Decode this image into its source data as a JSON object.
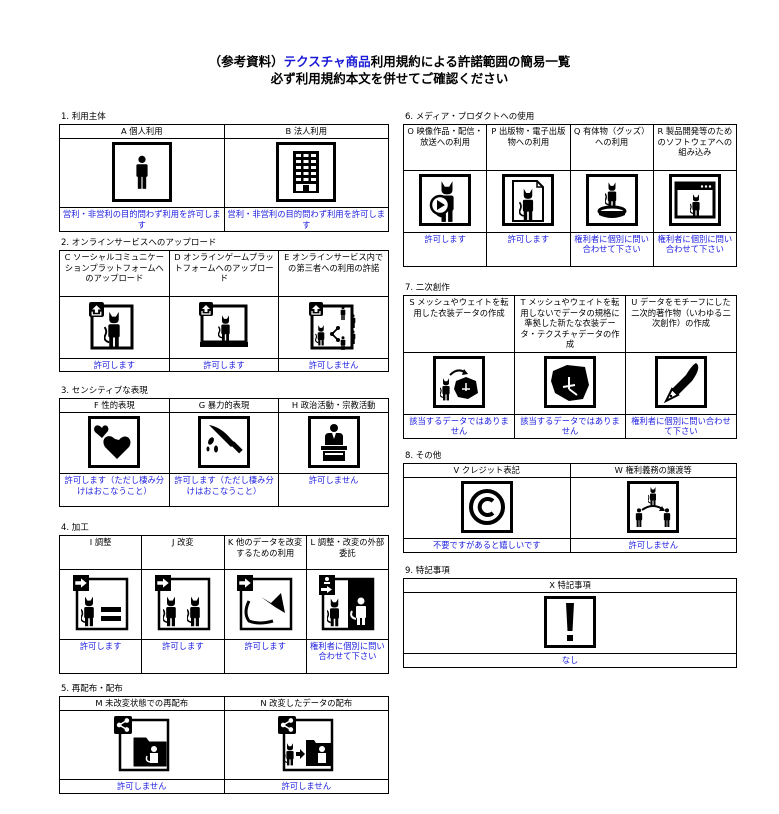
{
  "title": {
    "line1_prefix": "（参考資料）",
    "line1_highlight": "テクスチャ商品",
    "line1_suffix": "利用規約による許諾範囲の簡易一覧",
    "line2": "必ず利用規約本文を併せてご確認ください"
  },
  "colors": {
    "result_text": "#2020e0",
    "title_highlight": "#1a1ad6"
  },
  "sections": {
    "s1": {
      "label": "1. 利用主体",
      "items": [
        {
          "header": "A 個人利用",
          "icon": "person-icon",
          "result": "営利・非営利の目的問わず利用を許可します"
        },
        {
          "header": "B 法人利用",
          "icon": "office-building-icon",
          "result": "営利・非営利の目的問わず利用を許可します"
        }
      ]
    },
    "s2": {
      "label": "2. オンラインサービスへのアップロード",
      "items": [
        {
          "header": "C ソーシャルコミュニケーションプラットフォームへのアップロード",
          "icon": "upload-cat-icon",
          "result": "許可します"
        },
        {
          "header": "D オンラインゲームプラットフォームへのアップロード",
          "icon": "upload-monitor-cat-icon",
          "result": "許可します"
        },
        {
          "header": "E オンラインサービス内での第三者への利用の許諾",
          "icon": "upload-share-people-icon",
          "result": "許可しません"
        }
      ]
    },
    "s3": {
      "label": "3. センシティブな表現",
      "items": [
        {
          "header": "F 性的表現",
          "icon": "hearts-icon",
          "result": "許可します（ただし棲み分けはおこなうこと）"
        },
        {
          "header": "G 暴力的表現",
          "icon": "knife-blood-icon",
          "result": "許可します（ただし棲み分けはおこなうこと）"
        },
        {
          "header": "H 政治活動・宗教活動",
          "icon": "speaker-podium-icon",
          "result": "許可しません"
        }
      ]
    },
    "s4": {
      "label": "4. 加工",
      "items": [
        {
          "header": "I 調整",
          "icon": "adjust-equal-icon",
          "result": "許可します"
        },
        {
          "header": "J 改変",
          "icon": "modify-cats-icon",
          "result": "許可します"
        },
        {
          "header": "K 他のデータを改変するための利用",
          "icon": "modify-other-data-icon",
          "result": "許可します"
        },
        {
          "header": "L 調整・改変の外部委託",
          "icon": "outsource-icon",
          "result": "権利者に個別に問い合わせて下さい"
        }
      ]
    },
    "s5": {
      "label": "5. 再配布・配布",
      "items": [
        {
          "header": "M 未改変状態での再配布",
          "icon": "share-folder-icon",
          "result": "許可しません"
        },
        {
          "header": "N 改変したデータの配布",
          "icon": "share-modified-folder-icon",
          "result": "許可しません"
        }
      ]
    },
    "s6": {
      "label": "6. メディア・プロダクトへの使用",
      "items": [
        {
          "header": "O 映像作品・配信・放送への利用",
          "icon": "video-play-cat-icon",
          "result": "許可します"
        },
        {
          "header": "P 出版物・電子出版物への利用",
          "icon": "document-cat-icon",
          "result": "許可します"
        },
        {
          "header": "Q 有体物（グッズ）への利用",
          "icon": "figure-goods-icon",
          "result": "権利者に個別に問い合わせて下さい"
        },
        {
          "header": "R 製品開発等のためのソフトウェアへの組み込み",
          "icon": "software-window-cat-icon",
          "result": "権利者に個別に問い合わせて下さい"
        }
      ]
    },
    "s7": {
      "label": "7. 二次創作",
      "items": [
        {
          "header": "S メッシュやウェイトを転用した衣装データの作成",
          "icon": "cat-to-clothes-icon",
          "result": "該当するデータではありません"
        },
        {
          "header": "T メッシュやウェイトを転用しないでデータの規格に準拠した新たな衣装データ・テクスチャデータの作成",
          "icon": "clothes-icon",
          "result": "該当するデータではありません"
        },
        {
          "header": "U データをモチーフにした二次的著作物（いわゆる二次創作）の作成",
          "icon": "pen-nib-icon",
          "result": "権利者に個別に問い合わせて下さい"
        }
      ]
    },
    "s8": {
      "label": "8. その他",
      "items": [
        {
          "header": "V クレジット表記",
          "icon": "copyright-icon",
          "result": "不要ですがあると嬉しいです"
        },
        {
          "header": "W 権利義務の譲渡等",
          "icon": "transfer-rights-icon",
          "result": "許可しません"
        }
      ]
    },
    "s9": {
      "label": "9. 特記事項",
      "items": [
        {
          "header": "X 特記事項",
          "icon": "exclamation-icon",
          "result": "なし"
        }
      ]
    }
  }
}
